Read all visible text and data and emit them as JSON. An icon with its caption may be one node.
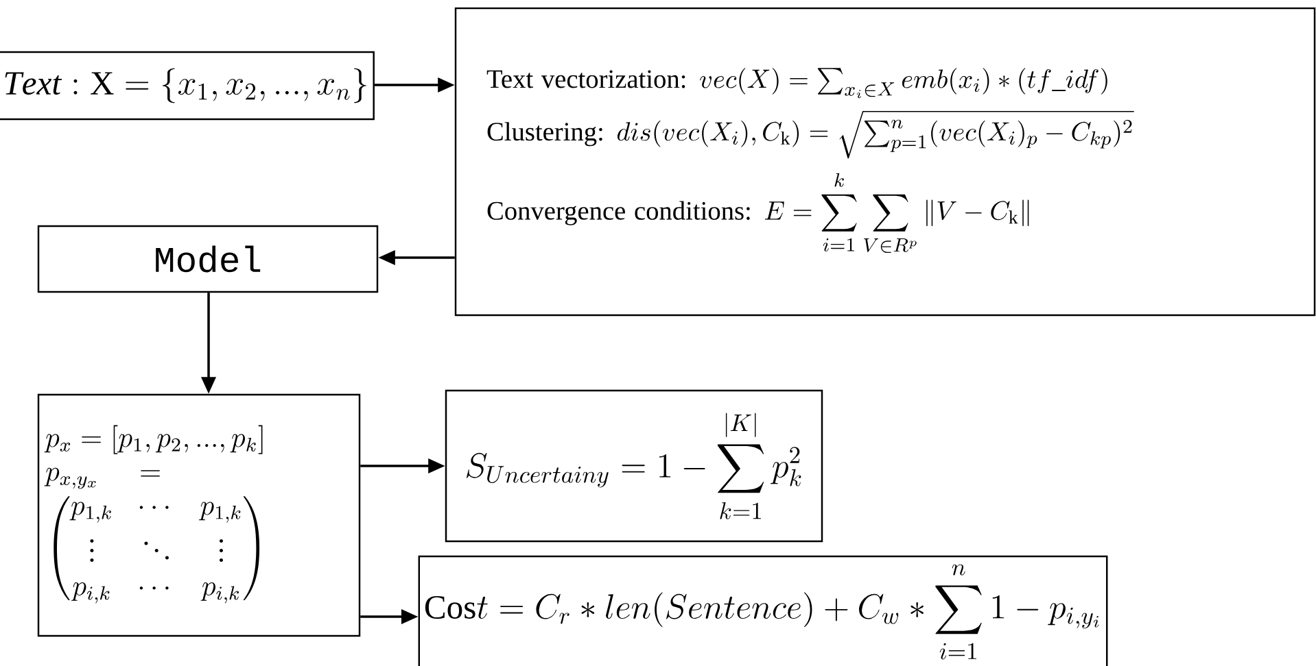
{
  "diagram": {
    "nodes": [
      {
        "text": [
          "\\mathit{Text} : \\mathrm{X}=\\left\\{x_1, x_2, ..., x_n\\right\\}"
        ]
      },
      {
        "text": [
          "\\text{Text vectorization: } vec(X) = \\sum_{x_i \\in X} emb(x_i) * (tf\\_idf)",
          "\\text{Clustering: } dis(vec(X_i), C_{\\mathrm{k}}) = \\sqrt{\\sum_{p=1}^{n} (vec(X_i)_p - C_{kp})^2}",
          "\\text{Convergence conditions: } E = \\sum_{i=1}^{k} \\sum_{V \\in R^{p}} \\| V - C_{\\mathrm{k}} \\|"
        ]
      },
      {
        "text": [
          "Model"
        ]
      },
      {
        "text": [
          "p_x = [p_1, p_2, ..., p_k]",
          "p_{x,y_x} = \\begin{pmatrix} p_{1,k} & \\cdots & p_{1,k} \\\\ \\vdots & \\ddots & \\vdots \\\\ p_{i,k} & \\cdots & p_{i,k} \\end{pmatrix}"
        ]
      },
      {
        "text": [
          "S_{Uncertainy} = 1 - \\sum_{k=1}^{|K|} p_k^2"
        ]
      },
      {
        "text": [
          "\\mathrm{Cos}t = C_r * len(Sentence) + C_w * \\sum_{i=1}^{n} 1 - p_{i,y_i}"
        ]
      }
    ],
    "edges": [
      {
        "from": 0,
        "to": 1,
        "arrow": "to"
      },
      {
        "from": 1,
        "to": 2,
        "arrow": "to"
      },
      {
        "from": 2,
        "to": 3,
        "arrow": "to"
      },
      {
        "from": 3,
        "to": 4,
        "arrow": "to"
      },
      {
        "from": 3,
        "to": 5,
        "arrow": "to"
      }
    ]
  }
}
